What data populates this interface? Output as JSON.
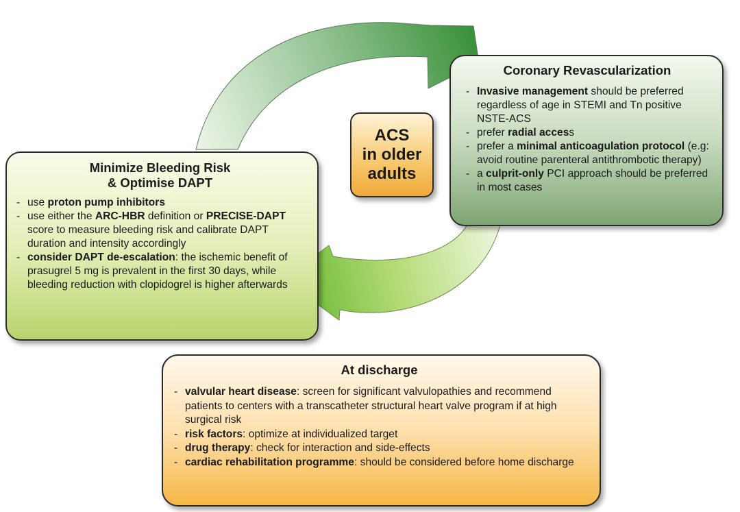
{
  "center": {
    "lines": [
      "ACS",
      "in older",
      "adults"
    ]
  },
  "revascularization": {
    "title": "Coronary Revascularization",
    "items": [
      {
        "bold": "Invasive management",
        "text": " should be preferred regardless of age in STEMI and Tn positive NSTE-ACS"
      },
      {
        "lead": "prefer ",
        "bold": "radial acces",
        "text": "s"
      },
      {
        "lead": "prefer a ",
        "bold": "minimal anticoagulation protocol",
        "text": " (e.g: avoid routine parenteral antithrombotic therapy)"
      },
      {
        "lead": "a ",
        "bold": "culprit-only",
        "text": " PCI approach should be preferred in most cases"
      }
    ]
  },
  "bleeding": {
    "title_line1": "Minimize Bleeding Risk",
    "title_line2": "& Optimise DAPT",
    "items": [
      {
        "lead": "use  ",
        "bold": "proton pump inhibitors",
        "text": ""
      },
      {
        "lead": "use either the ",
        "bold": "ARC-HBR",
        "text": " definition or ",
        "bold2": "PRECISE-DAPT",
        "text2": " score to measure bleeding risk and calibrate DAPT duration and intensity accordingly"
      },
      {
        "bold": "consider DAPT de-escalation",
        "text": ": the ischemic benefit of prasugrel 5 mg is prevalent in the first 30 days, while bleeding reduction with clopidogrel is higher afterwards"
      }
    ]
  },
  "discharge": {
    "title": "At discharge",
    "items": [
      {
        "bold": "valvular heart disease",
        "text": ": screen for significant valvulopathies and recommend patients to centers with a transcatheter structural heart valve program if at high surgical risk"
      },
      {
        "bold": "risk factors",
        "text": ": optimize at individualized target"
      },
      {
        "bold": "drug therapy",
        "text": ": check for interaction and side-effects"
      },
      {
        "bold": "cardiac rehabilitation programme",
        "text": ": should be considered before home discharge"
      }
    ]
  },
  "colors": {
    "arrow_dark": "#2e8a2e",
    "arrow_light": "#c9e89a",
    "revasc_box": "#7fa574",
    "bleeding_box": "#b9d46c",
    "acs_box": "#f0a93a",
    "discharge_box": "#f7b746"
  }
}
